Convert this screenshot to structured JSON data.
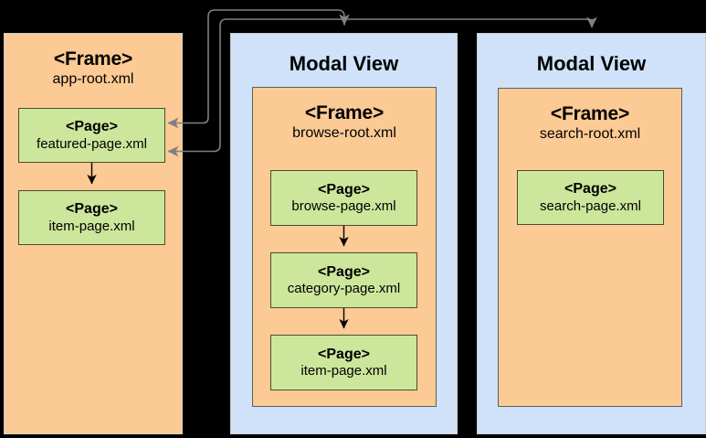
{
  "diagram": {
    "type": "navigation-hierarchy",
    "background_color": "#000000",
    "colors": {
      "frame_orange": "#fcca94",
      "modal_blue": "#cfe2fa",
      "page_green": "#cce69c",
      "arrow_gray": "#808080",
      "arrow_black": "#000000"
    },
    "columns": [
      {
        "id": "app-root-column",
        "kind": "frame",
        "title": "<Frame>",
        "subtitle": "app-root.xml",
        "pages": [
          {
            "id": "featured-page",
            "tag": "<Page>",
            "file": "featured-page.xml"
          },
          {
            "id": "item-page-app",
            "tag": "<Page>",
            "file": "item-page.xml"
          }
        ]
      },
      {
        "id": "browse-modal-column",
        "kind": "modal",
        "title": "Modal View",
        "frame": {
          "title": "<Frame>",
          "subtitle": "browse-root.xml",
          "pages": [
            {
              "id": "browse-page",
              "tag": "<Page>",
              "file": "browse-page.xml"
            },
            {
              "id": "category-page",
              "tag": "<Page>",
              "file": "category-page.xml"
            },
            {
              "id": "item-page-browse",
              "tag": "<Page>",
              "file": "item-page.xml"
            }
          ]
        }
      },
      {
        "id": "search-modal-column",
        "kind": "modal",
        "title": "Modal View",
        "frame": {
          "title": "<Frame>",
          "subtitle": "search-root.xml",
          "pages": [
            {
              "id": "search-page",
              "tag": "<Page>",
              "file": "search-page.xml"
            }
          ]
        }
      }
    ],
    "connectors": [
      {
        "id": "featured-to-item",
        "from": "featured-page",
        "to": "item-page-app",
        "style": "straight-down",
        "color": "#000000"
      },
      {
        "id": "browse-to-category",
        "from": "browse-page",
        "to": "category-page",
        "style": "straight-down",
        "color": "#000000"
      },
      {
        "id": "category-to-item",
        "from": "category-page",
        "to": "item-page-browse",
        "style": "straight-down",
        "color": "#000000"
      },
      {
        "id": "featured-to-browse-modal",
        "from": "featured-page",
        "to": "browse-modal-column",
        "style": "orthogonal-rounded",
        "color": "#808080"
      },
      {
        "id": "featured-to-search-modal",
        "from": "featured-page",
        "to": "search-modal-column",
        "style": "orthogonal-rounded",
        "color": "#808080"
      }
    ]
  }
}
